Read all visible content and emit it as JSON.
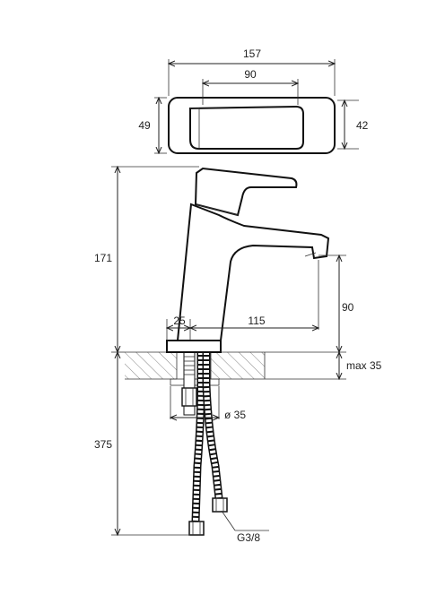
{
  "dimensions": {
    "top_width": "157",
    "lever_width": "90",
    "left_height": "49",
    "right_height": "42",
    "overall_height": "171",
    "spout_height": "90",
    "base_offset": "25",
    "spout_reach": "115",
    "deck_thickness": "max 35",
    "hole_diameter": "ø 35",
    "hose_length": "375",
    "thread": "G3/8"
  }
}
